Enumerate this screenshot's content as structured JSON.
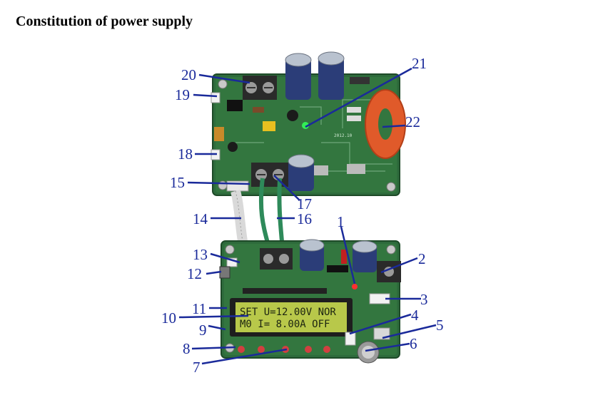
{
  "page": {
    "title": "Constitution of power supply"
  },
  "board_markings": {
    "top_board_code": "2012.10"
  },
  "lcd": {
    "line1": "SET U=12.00V NOR",
    "line2": "M0  I= 8.00A OFF"
  },
  "callouts": [
    "1",
    "2",
    "3",
    "4",
    "5",
    "6",
    "7",
    "8",
    "9",
    "10",
    "11",
    "12",
    "13",
    "14",
    "15",
    "16",
    "17",
    "18",
    "19",
    "20",
    "21",
    "22"
  ],
  "colors": {
    "callout": "#1a2a9a",
    "pcb": "#2e6b3c",
    "lcd_backlight": "#b8c84a",
    "toroid": "#e05a2a",
    "wire": "#2e8a5a"
  }
}
